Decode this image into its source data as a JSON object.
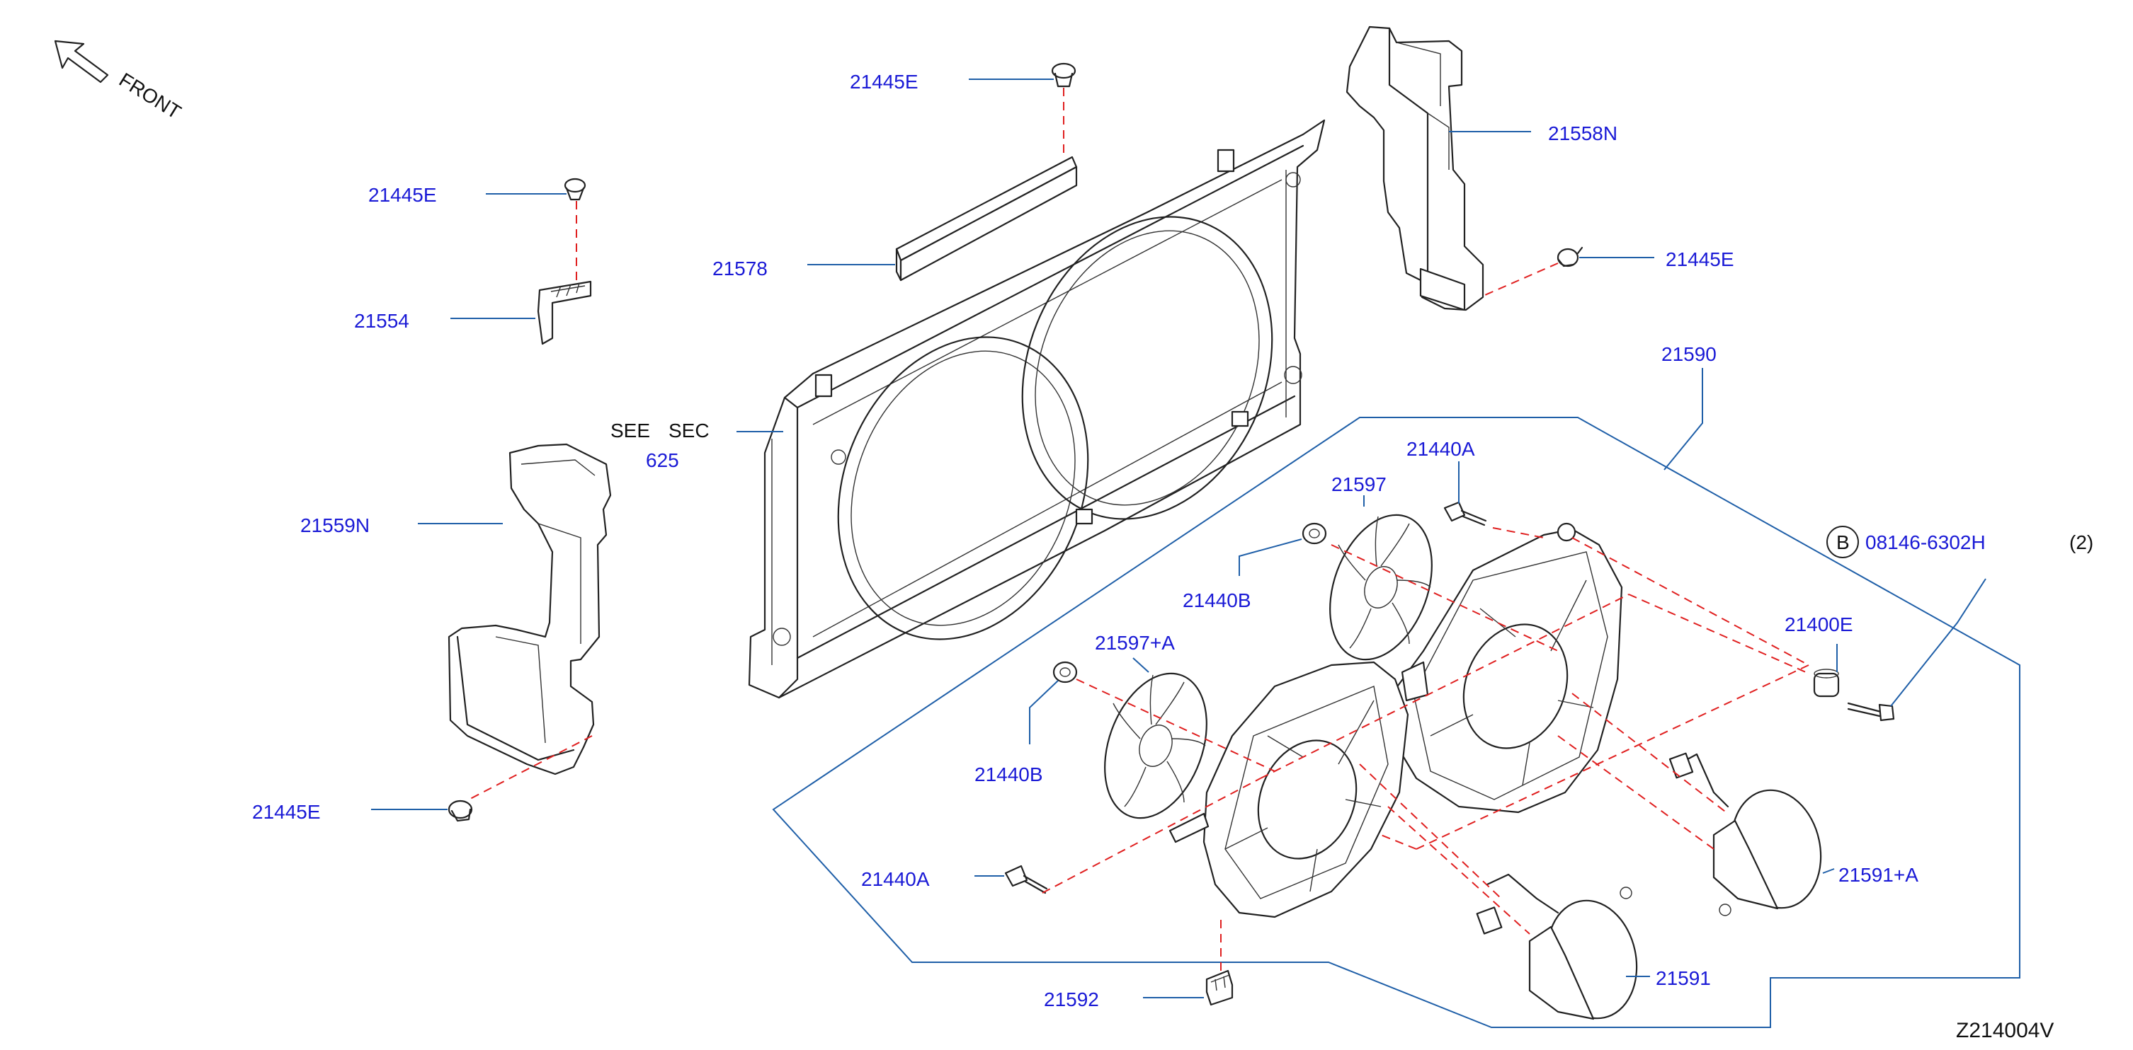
{
  "direction": {
    "label": "FRONT",
    "icon": "front-arrow-icon"
  },
  "reference_note": {
    "see": "SEE",
    "sec": "SEC",
    "section": "625"
  },
  "diagram_code": "Z214004V",
  "bolt_qty": "(2)",
  "circle_marker": "B",
  "colors": {
    "label": "#1a1ad6",
    "leader": "#1f5fa8",
    "dash": "#e02020",
    "line": "#222222"
  },
  "parts": {
    "p21445E_top": "21445E",
    "p21445E_left": "21445E",
    "p21445E_right": "21445E",
    "p21445E_bottom": "21445E",
    "p21554": "21554",
    "p21578": "21578",
    "p21558N": "21558N",
    "p21559N": "21559N",
    "p21590": "21590",
    "p21440A_top": "21440A",
    "p21440A_bottom": "21440A",
    "p21597": "21597",
    "p21597A": "21597+A",
    "p21440B_top": "21440B",
    "p21440B_bottom": "21440B",
    "p08146": "08146-6302H",
    "p21400E": "21400E",
    "p21591A": "21591+A",
    "p21591": "21591",
    "p21592": "21592"
  }
}
